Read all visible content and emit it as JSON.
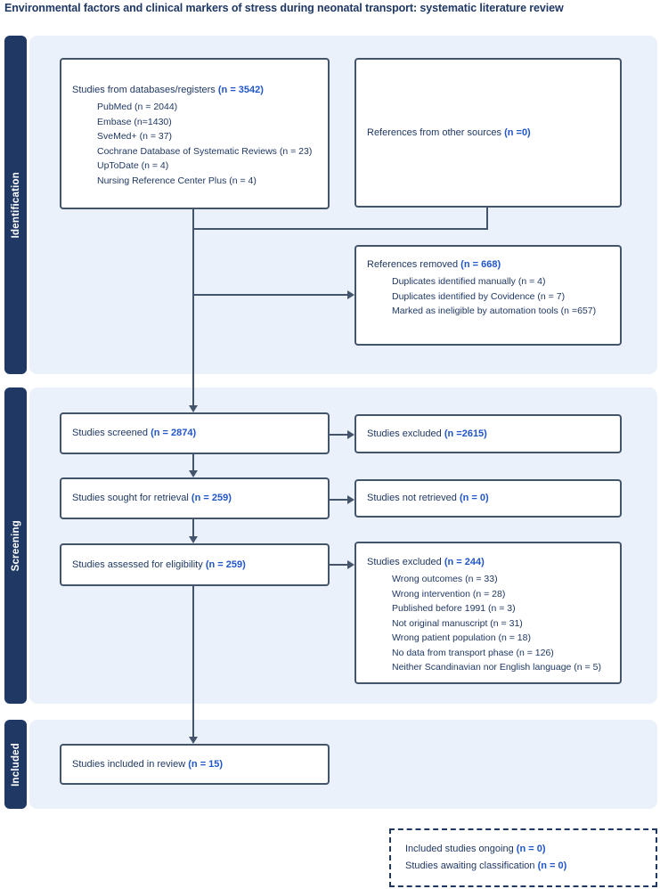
{
  "title": "Environmental factors and clinical markers of stress during neonatal transport: systematic literature review",
  "colors": {
    "section_navy": "#1F3864",
    "panel_blue": "#EBF1FA",
    "box_border": "#44546A",
    "body_text": "#1F3864",
    "count_accent": "#2155CB"
  },
  "sections": {
    "identification": {
      "label": "Identification"
    },
    "screening": {
      "label": "Screening"
    },
    "included": {
      "label": "Included"
    }
  },
  "boxes": {
    "databases": {
      "label": "Studies from databases/registers",
      "count": "(n = 3542)",
      "items": [
        "PubMed (n = 2044)",
        "Embase (n=1430)",
        "SveMed+ (n = 37)",
        "Cochrane Database of Systematic Reviews (n = 23)",
        "UpToDate (n = 4)",
        "Nursing Reference Center Plus (n = 4)"
      ]
    },
    "other_sources": {
      "label": "References from other sources",
      "count": "(n =0)"
    },
    "references_removed": {
      "label": "References removed",
      "count": "(n = 668)",
      "items": [
        "Duplicates identified manually (n = 4)",
        "Duplicates identified by Covidence (n = 7)",
        "Marked as ineligible by automation tools (n =657)"
      ]
    },
    "screened": {
      "label": "Studies screened",
      "count": "(n = 2874)"
    },
    "excluded_screened": {
      "label": "Studies excluded",
      "count": "(n =2615)"
    },
    "sought": {
      "label": "Studies sought for retrieval",
      "count": "(n = 259)"
    },
    "not_retrieved": {
      "label": "Studies not retrieved",
      "count": "(n = 0)"
    },
    "assessed": {
      "label": "Studies assessed for eligibility",
      "count": "(n = 259)"
    },
    "excluded_eligibility": {
      "label": "Studies excluded",
      "count": "(n = 244)",
      "items": [
        "Wrong outcomes (n = 33)",
        "Wrong intervention (n = 28)",
        "Published before 1991 (n = 3)",
        "Not original manuscript (n = 31)",
        "Wrong patient population (n = 18)",
        "No data from transport phase (n = 126)",
        "Neither Scandinavian nor English language (n = 5)"
      ]
    },
    "included_review": {
      "label": "Studies included in review",
      "count": "(n = 15)"
    },
    "awaiting_box": {
      "lines": [
        {
          "label": "Included studies ongoing",
          "count": "(n = 0)"
        },
        {
          "label": "Studies awaiting classification",
          "count": "(n = 0)"
        }
      ]
    }
  }
}
